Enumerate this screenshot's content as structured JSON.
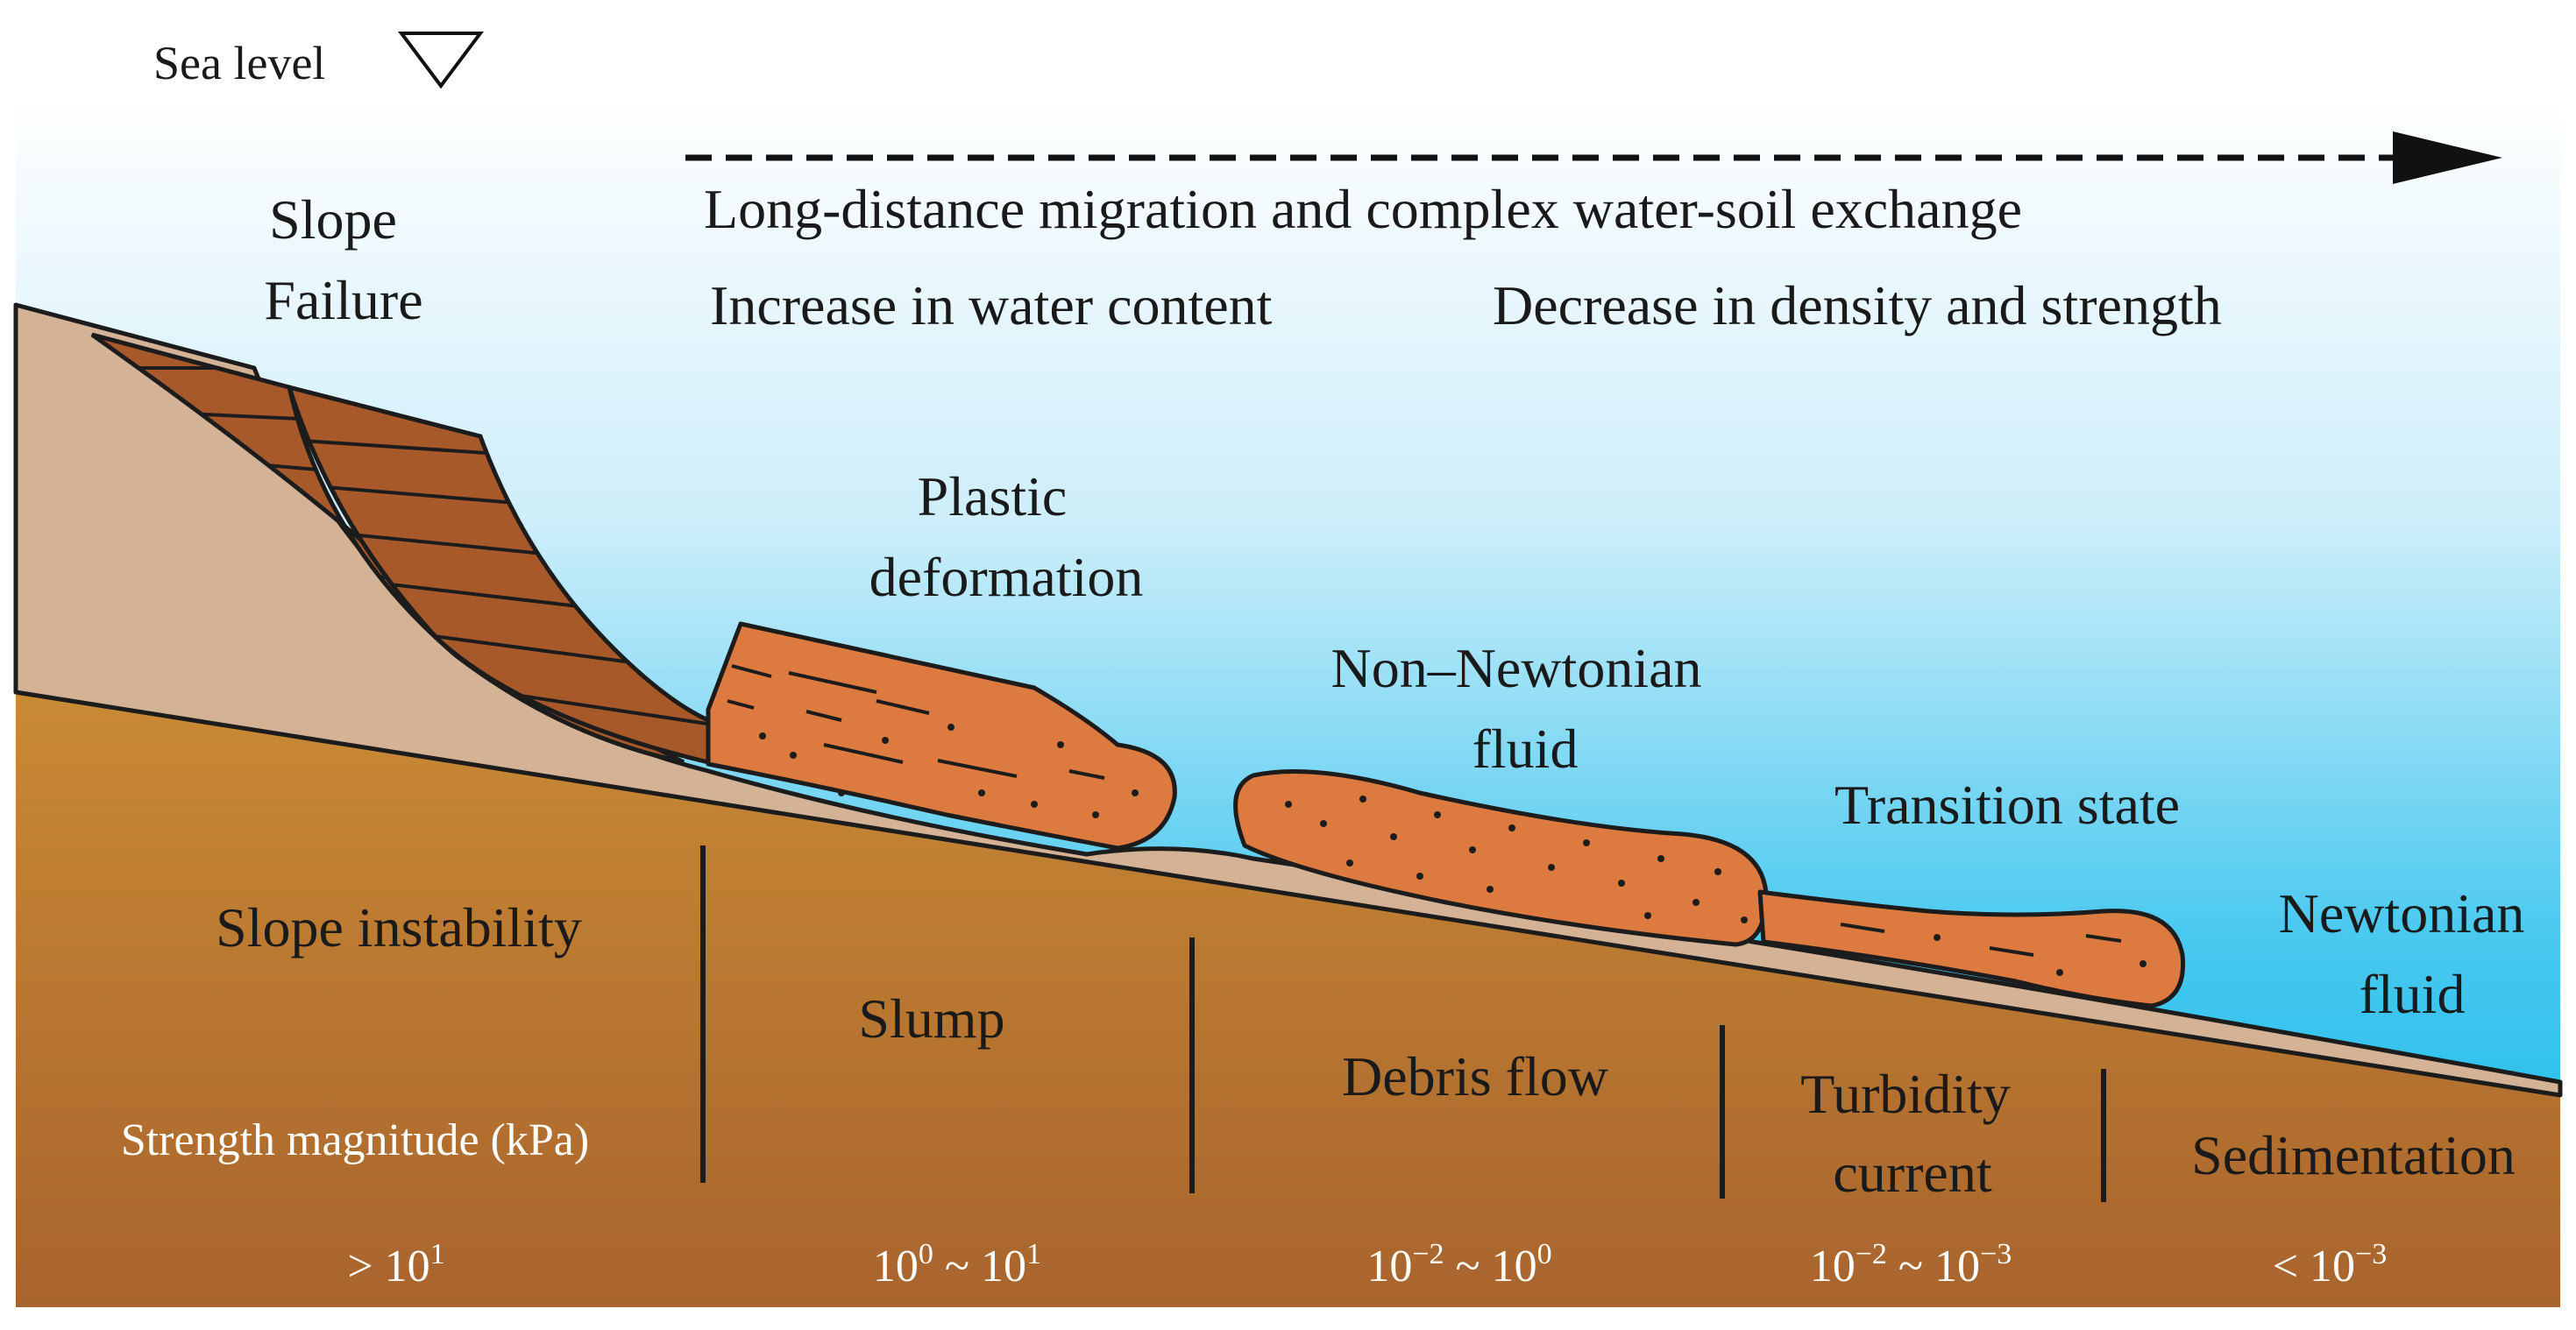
{
  "sea_level": {
    "label": "Sea level"
  },
  "header": {
    "migration": "Long-distance migration and complex water-soil exchange",
    "water_content": "Increase in water content",
    "density_strength": "Decrease in density and strength"
  },
  "states": {
    "slope_failure": [
      "Slope",
      "Failure"
    ],
    "plastic_deformation": [
      "Plastic",
      "deformation"
    ],
    "non_newtonian": [
      "Non–Newtonian",
      "fluid"
    ],
    "transition": "Transition state",
    "newtonian": [
      "Newtonian",
      "fluid"
    ]
  },
  "processes": {
    "slope_instability": "Slope instability",
    "slump": "Slump",
    "debris_flow": "Debris flow",
    "turbidity_current": [
      "Turbidity",
      "current"
    ],
    "sedimentation": "Sedimentation"
  },
  "strength": {
    "axis_label": "Strength magnitude (kPa)",
    "ranges": [
      {
        "base1": "> 10",
        "exp1": "1"
      },
      {
        "base1": "10",
        "exp1": "0",
        "sep": " ~ 10",
        "exp2": "1"
      },
      {
        "base1": "10",
        "exp1": "−2",
        "sep": " ~ 10",
        "exp2": "0"
      },
      {
        "base1": "10",
        "exp1": "−2",
        "sep": " ~ 10",
        "exp2": "−3"
      },
      {
        "base1": "< 10",
        "exp1": "−3"
      }
    ]
  },
  "colors": {
    "water_top": "#ffffff",
    "water_bottom": "#0fb7e8",
    "sediment_layer": "#d4b296",
    "ground_top": "#c98a35",
    "ground_bottom": "#a8642d",
    "failure_block": "#a7592a",
    "deposit": "#dd7a3f",
    "outline": "#1c1c1c"
  }
}
